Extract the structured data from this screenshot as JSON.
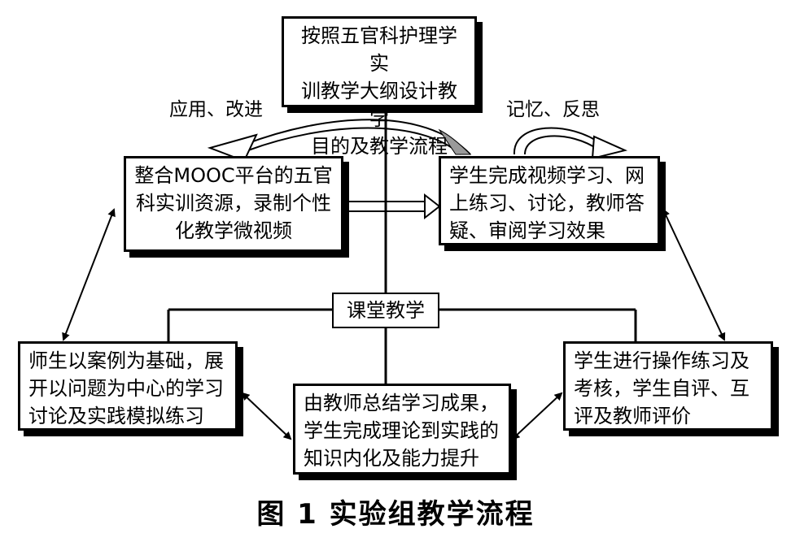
{
  "nodes": {
    "top": [
      "按照五官科护理学实",
      "训教学大纲设计教学",
      "目的及教学流程"
    ],
    "mooc": [
      "整合MOOC平台的五官",
      "科实训资源，录制个性",
      "化教学微视频"
    ],
    "student_video": [
      "学生完成视频学习、网",
      "上练习、讨论，教师答",
      "疑、审阅学习效果"
    ],
    "classroom": "课堂教学",
    "case": [
      "师生以案例为基础，展",
      "开以问题为中心的学习",
      "讨论及实践模拟练习"
    ],
    "summary": [
      "由教师总结学习成果，",
      "学生完成理论到实践的",
      "知识内化及能力提升"
    ],
    "practice": [
      "学生进行操作练习及",
      "考核，学生自评、互",
      "评及教师评价"
    ]
  },
  "edge_labels": {
    "apply_improve": "应用、改进",
    "memory_reflect": "记忆、反思"
  },
  "caption": "图 1  实验组教学流程"
}
